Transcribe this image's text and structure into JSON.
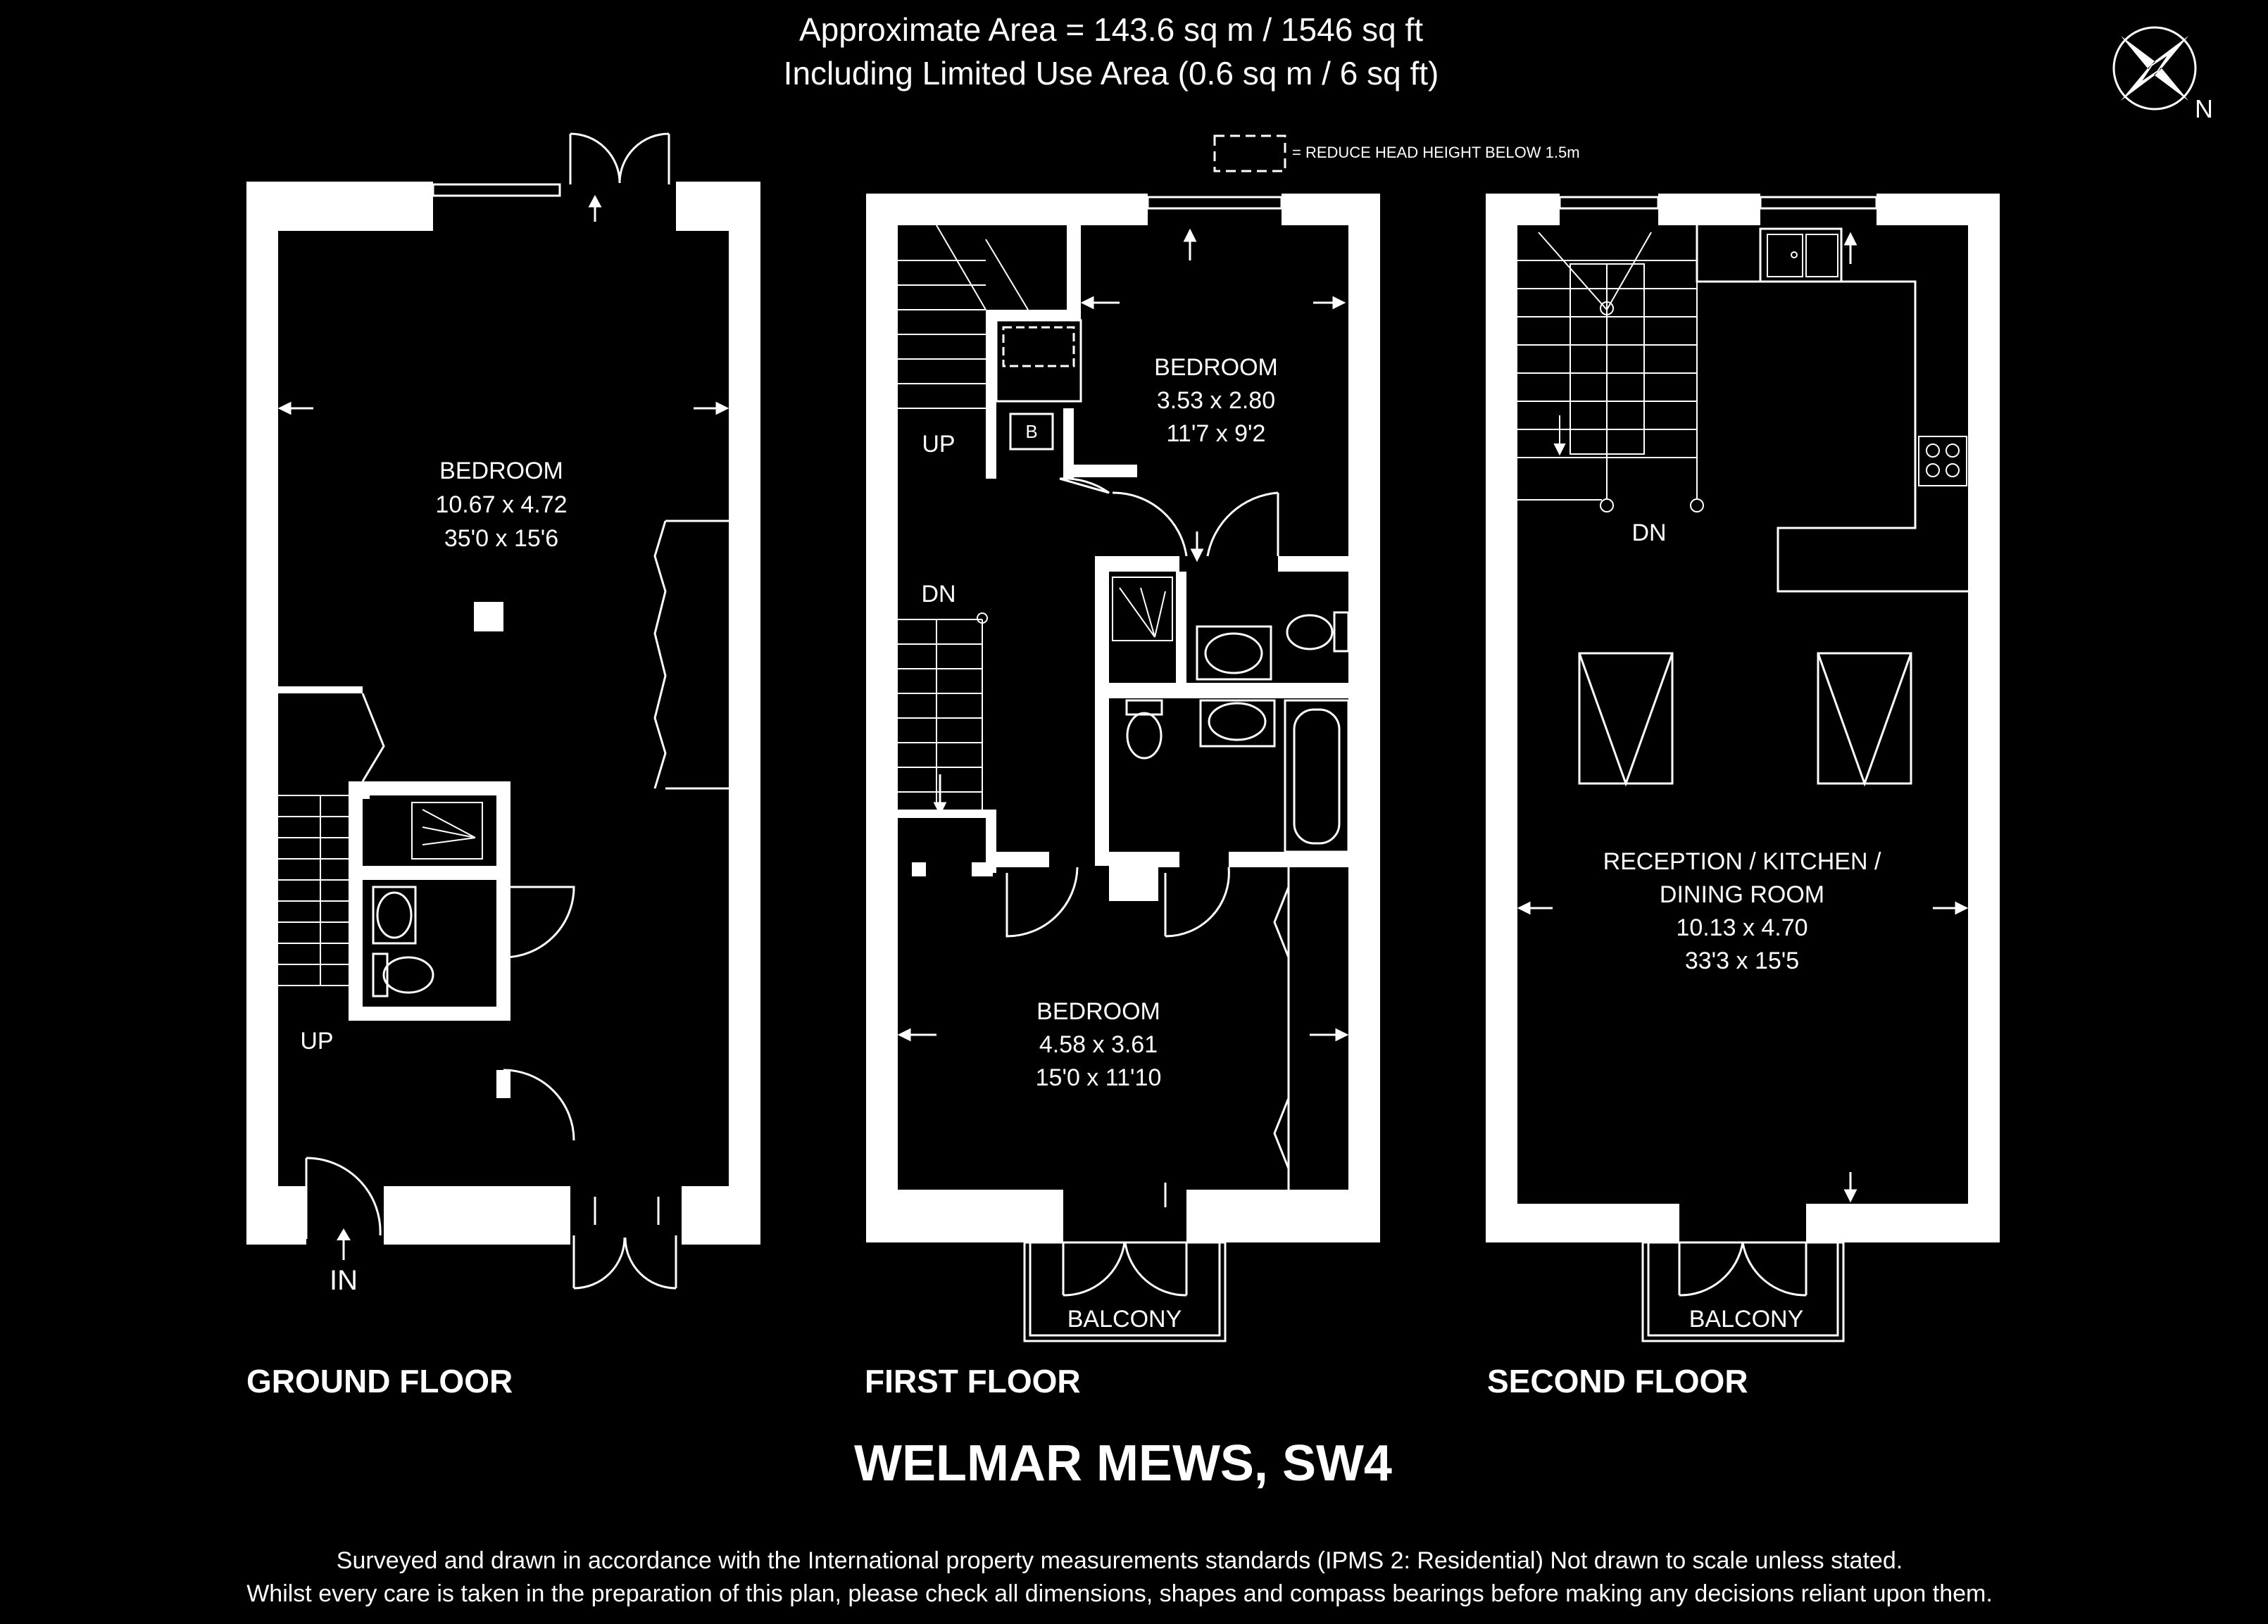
{
  "header": {
    "area_line1": "Approximate Area = 143.6 sq m / 1546 sq ft",
    "area_line2": "Including Limited Use Area (0.6 sq m / 6 sq ft)"
  },
  "legend": {
    "reduced_head_height": "= REDUCE HEAD HEIGHT BELOW 1.5m"
  },
  "compass": {
    "north_label": "N"
  },
  "floors": {
    "ground": {
      "title": "GROUND FLOOR",
      "bedroom": {
        "name": "BEDROOM",
        "metric": "10.67 x 4.72",
        "imperial": "35'0 x 15'6"
      },
      "stairs_label": "UP",
      "entry_label": "IN"
    },
    "first": {
      "title": "FIRST FLOOR",
      "bedroom_a": {
        "name": "BEDROOM",
        "metric": "3.53 x 2.80",
        "imperial": "11'7 x 9'2"
      },
      "bedroom_b": {
        "name": "BEDROOM",
        "metric": "4.58 x 3.61",
        "imperial": "15'0 x 11'10"
      },
      "boiler_label": "B",
      "up_label": "UP",
      "down_label": "DN",
      "balcony_label": "BALCONY"
    },
    "second": {
      "title": "SECOND FLOOR",
      "reception": {
        "line1": "RECEPTION / KITCHEN /",
        "line2": "DINING ROOM",
        "metric": "10.13 x 4.70",
        "imperial": "33'3 x 15'5"
      },
      "down_label": "DN",
      "balcony_label": "BALCONY"
    }
  },
  "property_name": "WELMAR MEWS, SW4",
  "disclaimer": {
    "line1": "Surveyed and drawn in accordance with the International property measurements standards (IPMS 2: Residential) Not drawn to scale unless stated.",
    "line2": "Whilst every care is taken in the preparation of this plan, please check all dimensions, shapes and compass bearings before making any decisions reliant upon them."
  },
  "colors": {
    "background": "#000000",
    "walls": "#ffffff",
    "lines": "#ffffff"
  }
}
